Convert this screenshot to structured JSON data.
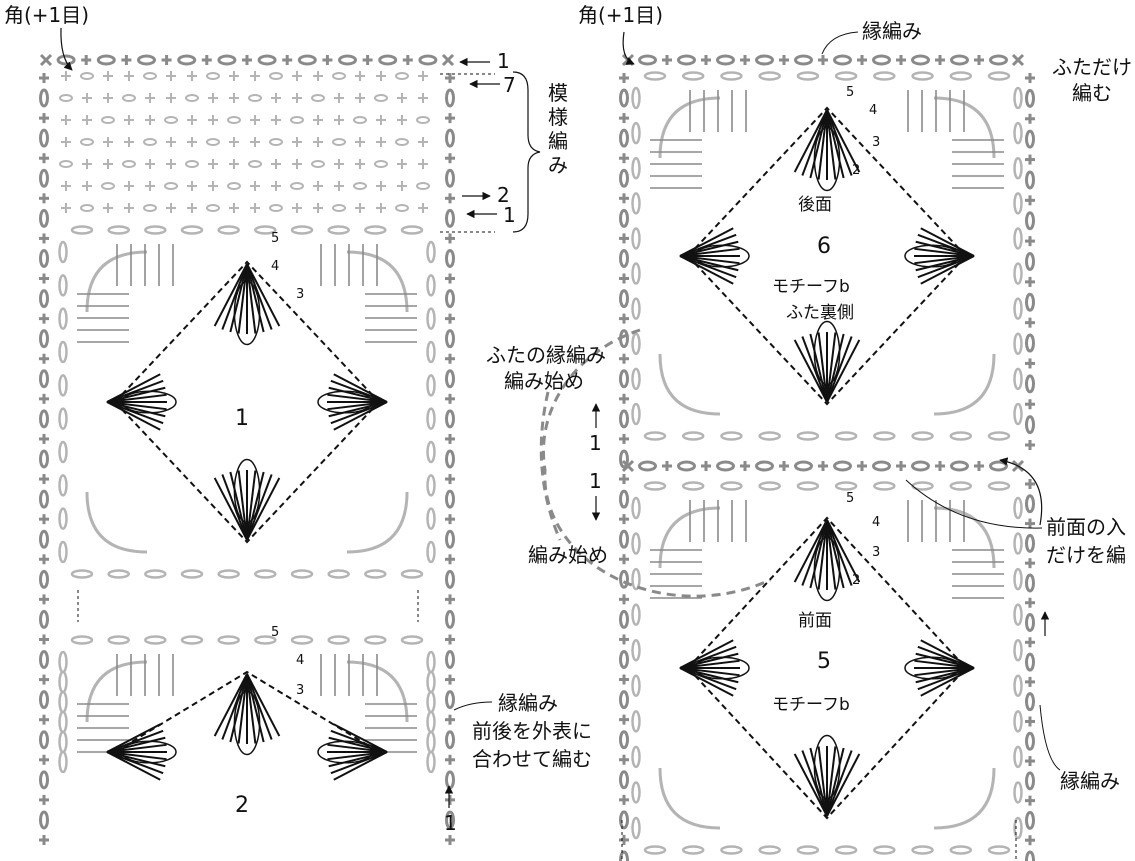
{
  "labels": {
    "corner_left": "角(+1目)",
    "corner_right": "角(+1目)",
    "pattern_stitch": "模様編み",
    "border_top_right": "縁編み",
    "lid_only_line1": "ふただけ",
    "lid_only_line2": "編む",
    "lid_border_start_1": "ふたの縁編み",
    "lid_border_start_2": "編み始め",
    "knit_start": "編み始め",
    "front_inner_line1": "前面の入",
    "front_inner_line2": "だけを編",
    "border_mid_left_1": "縁編み",
    "border_mid_left_2": "前後を外表に",
    "border_mid_left_3": "合わせて編む",
    "border_right": "縁編み",
    "back_face": "後面",
    "motif_b_1": "モチーフb",
    "lid_back_side": "ふた裏側",
    "front_face": "前面",
    "motif_b_2": "モチーフb"
  },
  "motifs": {
    "m1": "1",
    "m2": "2",
    "m5": "5",
    "m6": "6"
  },
  "row_numbers": {
    "r1_top": "1",
    "r7": "7",
    "r2": "2",
    "r1_bottom": "1",
    "round5": "5",
    "round4": "4",
    "round3": "3",
    "round2": "2",
    "edge1_upper": "1",
    "edge1_lower": "1",
    "bottom1": "1"
  },
  "colors": {
    "black": "#111111",
    "gray": "#8a8a8a",
    "light_gray": "#b4b4b4"
  }
}
